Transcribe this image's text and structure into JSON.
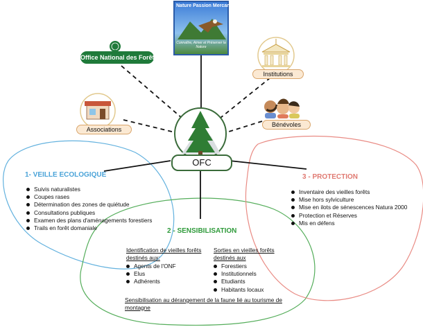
{
  "center": {
    "label": "OFC"
  },
  "partners": {
    "nature_card": {
      "title": "Nature Passion Mercantour",
      "subtitle": "Connaître, Aimer et Préserver la Nature"
    },
    "onf": "Office National des Forêts",
    "institutions": "Institutions",
    "associations": "Associations",
    "benevoles": "Bénévoles"
  },
  "sections": {
    "veille": {
      "title": "1- VEILLE ECOLOGIQUE",
      "color": "#4aa3d8",
      "items": [
        "Suivis naturalistes",
        "Coupes rases",
        "Détermination des zones de quiétude",
        "Consultations publiques",
        "Examen des plans d'aménagements forestiers",
        "Trails en forêt domaniale"
      ]
    },
    "sensibilisation": {
      "title": "2 - SENSIBILISATION",
      "color": "#2e9a3a",
      "left_heading": "Identification de vieilles forêts destinés aux:",
      "left_items": [
        "Agents de l'ONF",
        "Elus",
        "Adhérents"
      ],
      "right_heading": "Sorties en vieilles forêts destinés aux",
      "right_items": [
        "Forestiers",
        "Institutionnels",
        "Etudiants",
        "Habitants locaux"
      ],
      "footer": "Sensibilisation au dérangement de la faune lié au tourisme de montagne"
    },
    "protection": {
      "title": "3 - PROTECTION",
      "color": "#e07a72",
      "items": [
        "Inventaire des vieilles forêts",
        "Mise hors sylviculture",
        "Mise en ilots de sénescences Natura 2000",
        "Protection et Réserves",
        "Mis en défens"
      ]
    }
  }
}
